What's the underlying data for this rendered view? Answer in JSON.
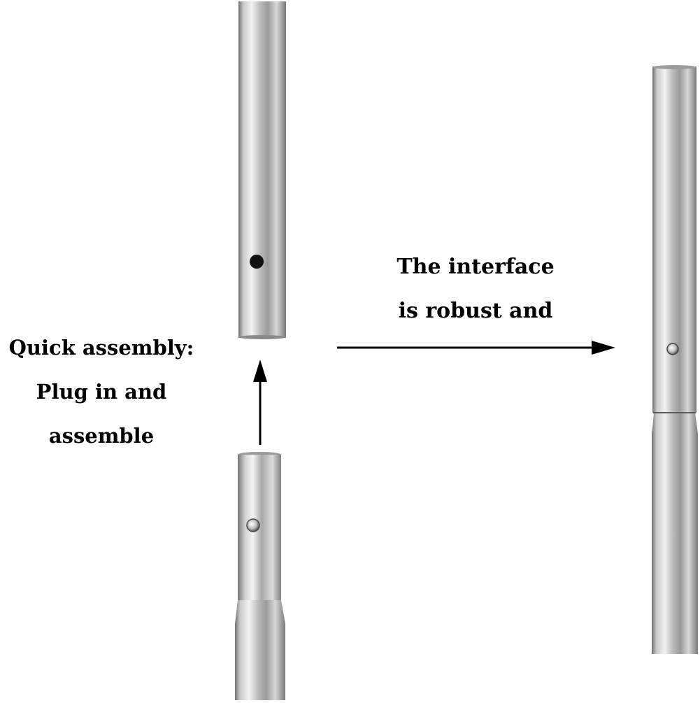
{
  "captions": {
    "left": {
      "line1": "Quick assembly:",
      "line2": "Plug in and",
      "line3": "assemble"
    },
    "right": {
      "line1": "The interface",
      "line2": "is robust and"
    }
  },
  "colors": {
    "background": "#ffffff",
    "text": "#000000",
    "arrow": "#000000",
    "metal_light": "#f0f0f0",
    "metal_mid": "#b8b8b8",
    "metal_dark": "#6c6c6c",
    "hole": "#111111"
  },
  "icons": {
    "arrow_up": "arrow-up-icon",
    "arrow_right": "arrow-right-icon",
    "push_button": "spring-button-icon",
    "socket_hole": "socket-hole-icon"
  }
}
